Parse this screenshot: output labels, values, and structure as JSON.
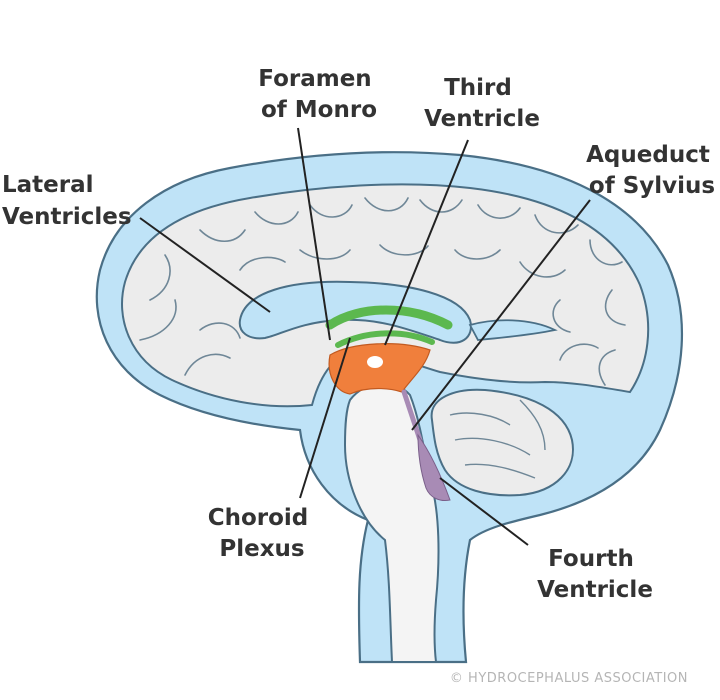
{
  "labels": {
    "foramen_of_monro": [
      "Foramen",
      "of Monro"
    ],
    "third_ventricle": [
      "Third",
      "Ventricle"
    ],
    "lateral_ventricles": [
      "Lateral",
      "Ventricles"
    ],
    "aqueduct_of_sylvius": [
      "Aqueduct",
      "of Sylvius"
    ],
    "choroid_plexus": [
      "Choroid",
      "Plexus"
    ],
    "fourth_ventricle": [
      "Fourth",
      "Ventricle"
    ]
  },
  "credit": "© HYDROCEPHALUS ASSOCIATION",
  "colors": {
    "csf_blue": "#bfe3f7",
    "outline": "#4a6f86",
    "brain_gray": "#ececec",
    "choroid_green": "#5cb84f",
    "third_ventricle_orange": "#f07f3c",
    "fourth_ventricle_purple": "#a88bb5",
    "label_text": "#333333",
    "leader_line": "#222222",
    "credit_text": "#b5b5b5"
  }
}
